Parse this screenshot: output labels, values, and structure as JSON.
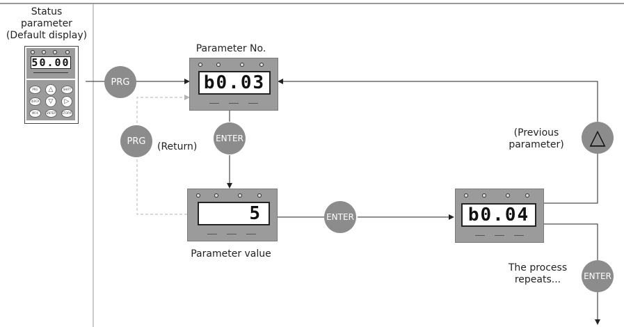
{
  "status_label": "Status\nparameter\n(Default display)",
  "keypad_display": "50.00",
  "keypad_keys": [
    "PRG",
    "△",
    "SHIFT",
    "QUICK",
    "▽",
    "▷",
    "MF.K",
    "ENTER",
    "STOP/RST"
  ],
  "prg_label": "PRG",
  "return_label": "(Return)",
  "enter_label": "ENTER",
  "param_no_label": "Parameter No.",
  "param_no_display": "b0.03",
  "param_value_label": "Parameter value",
  "param_value_display": "5",
  "next_param_display": "b0.04",
  "previous_label": "(Previous\nparameter)",
  "up_symbol": "△",
  "repeat_label": "The process\nrepeats...",
  "colors": {
    "pill": "#8c8c8c",
    "panel": "#9b9b9b",
    "line": "#222222",
    "dashed": "#b3b3b3"
  }
}
